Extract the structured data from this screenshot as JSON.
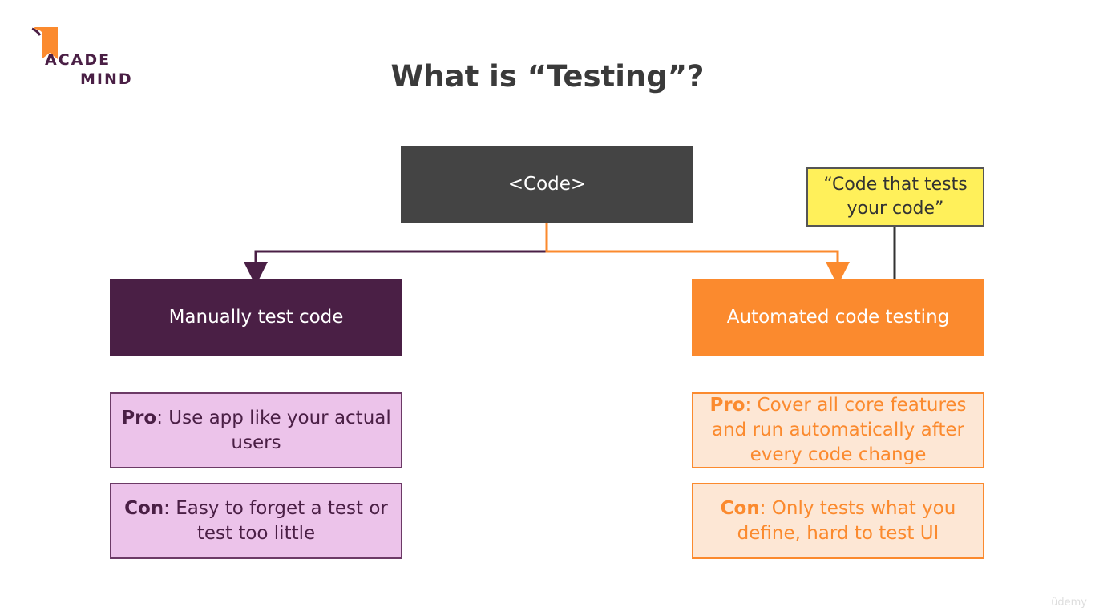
{
  "logo": {
    "line1": "ACADE",
    "line2": "MIND"
  },
  "title": "What is “Testing”?",
  "diagram": {
    "code": "<Code>",
    "note": "“Code that tests your code”",
    "manual": "Manually test code",
    "automated": "Automated code testing",
    "manual_pro": {
      "label": "Pro",
      "text": ": Use app like your actual users"
    },
    "manual_con": {
      "label": "Con",
      "text": ": Easy to forget a test or test too little"
    },
    "auto_pro": {
      "label": "Pro",
      "text": ": Cover all core features and run automatically after every code change"
    },
    "auto_con": {
      "label": "Con",
      "text": ": Only tests what you define, hard to test UI"
    }
  },
  "colors": {
    "dark": "#444444",
    "purple": "#4a1f45",
    "orange": "#fb8a2e",
    "yellow": "#fff05a"
  },
  "watermark": "ûdemy"
}
